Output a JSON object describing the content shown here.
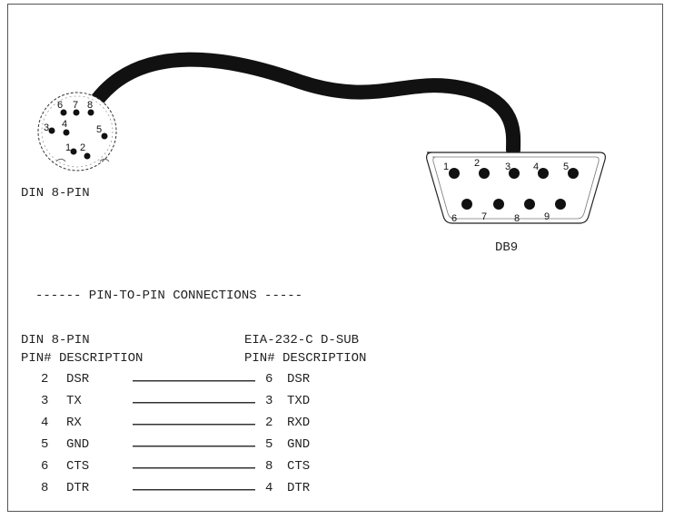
{
  "din": {
    "label": "DIN 8-PIN",
    "pins": [
      "6",
      "7",
      "8",
      "3",
      "4",
      "5",
      "1",
      "2"
    ]
  },
  "db9": {
    "label": "DB9",
    "pins": [
      "1",
      "2",
      "3",
      "4",
      "5",
      "6",
      "7",
      "8",
      "9"
    ]
  },
  "connections": {
    "title": "------ PIN-TO-PIN CONNECTIONS -----",
    "left_header": "DIN 8-PIN",
    "right_header": "EIA-232-C D-SUB",
    "left_col_header": "PIN# DESCRIPTION",
    "right_col_header": "PIN# DESCRIPTION",
    "rows": [
      {
        "din_pin": "2",
        "din_desc": "DSR",
        "dsub_pin": "6",
        "dsub_desc": "DSR"
      },
      {
        "din_pin": "3",
        "din_desc": "TX",
        "dsub_pin": "3",
        "dsub_desc": "TXD"
      },
      {
        "din_pin": "4",
        "din_desc": "RX",
        "dsub_pin": "2",
        "dsub_desc": "RXD"
      },
      {
        "din_pin": "5",
        "din_desc": "GND",
        "dsub_pin": "5",
        "dsub_desc": "GND"
      },
      {
        "din_pin": "6",
        "din_desc": "CTS",
        "dsub_pin": "8",
        "dsub_desc": "CTS"
      },
      {
        "din_pin": "8",
        "din_desc": "DTR",
        "dsub_pin": "4",
        "dsub_desc": "DTR"
      }
    ]
  }
}
